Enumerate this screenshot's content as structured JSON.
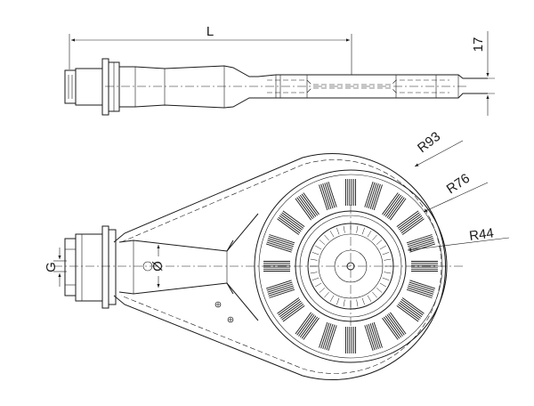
{
  "labels": {
    "length": "L",
    "height": "17",
    "radius_outer": "R93",
    "radius_middle": "R76",
    "radius_inner": "R44",
    "gas_inlet": "G",
    "diameter": "Ø"
  }
}
